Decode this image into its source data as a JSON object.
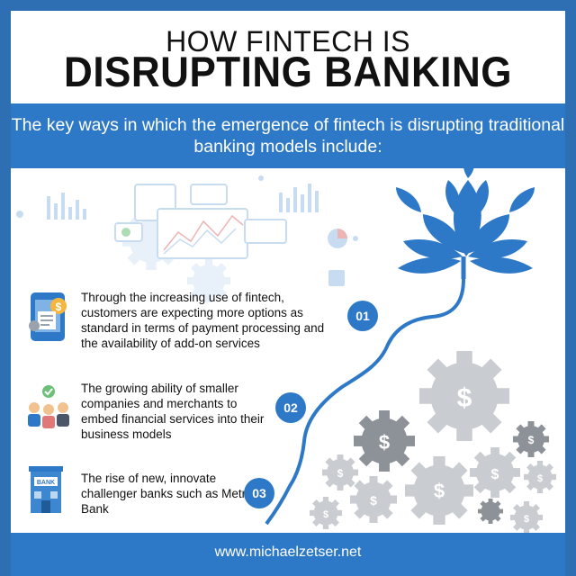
{
  "header": {
    "title_top": "HOW FINTECH IS",
    "title_main": "DISRUPTING BANKING MODELS"
  },
  "intro": {
    "text": "The key ways in which the emergence of fintech is disrupting traditional banking models include:"
  },
  "items": [
    {
      "number": "01",
      "text": "Through the increasing use of fintech, customers are expecting more options as standard in terms of payment processing and the availability of add-on services"
    },
    {
      "number": "02",
      "text": "The growing ability of smaller companies and merchants to embed financial services into their business models"
    },
    {
      "number": "03",
      "text": "The rise of new, innovate challenger banks such as Metro Bank"
    }
  ],
  "icons": {
    "bank_sign": "BANK",
    "dollar": "$"
  },
  "footer": {
    "url": "www.michaelzetser.net"
  },
  "colors": {
    "accent": "#2e79c7",
    "gear_gray": "#c9ccd1",
    "gear_dark": "#8d9299"
  }
}
